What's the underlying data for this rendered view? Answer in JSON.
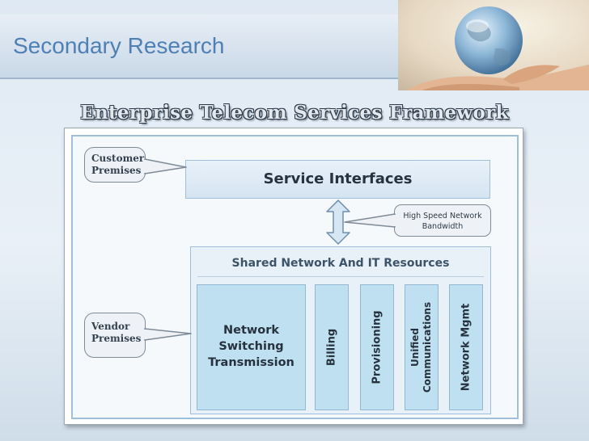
{
  "slide": {
    "title": "Secondary Research"
  },
  "framework": {
    "title": "Enterprise Telecom Services Framework",
    "service_interfaces": "Service Interfaces",
    "shared_resources_title": "Shared Network And IT Resources",
    "callouts": {
      "customer_line1": "Customer",
      "customer_line2": "Premises",
      "vendor_line1": "Vendor",
      "vendor_line2": "Premises",
      "speed_line1": "High Speed Network",
      "speed_line2": "Bandwidth"
    },
    "network_lines": [
      "Network",
      "Switching",
      "Transmission"
    ],
    "columns": {
      "billing": "Billing",
      "provisioning": "Provisioning",
      "unified_line1": "Unified",
      "unified_line2": "Communications",
      "network_mgmt": "Network Mgmt"
    }
  },
  "colors": {
    "title_blue": "#4e7fb5",
    "column_fill": "#bfe0f1",
    "box_border": "#9ebfdc"
  },
  "icons": {
    "arrow": "double-headed-vertical-arrow",
    "photo": "hand-holding-globe"
  }
}
